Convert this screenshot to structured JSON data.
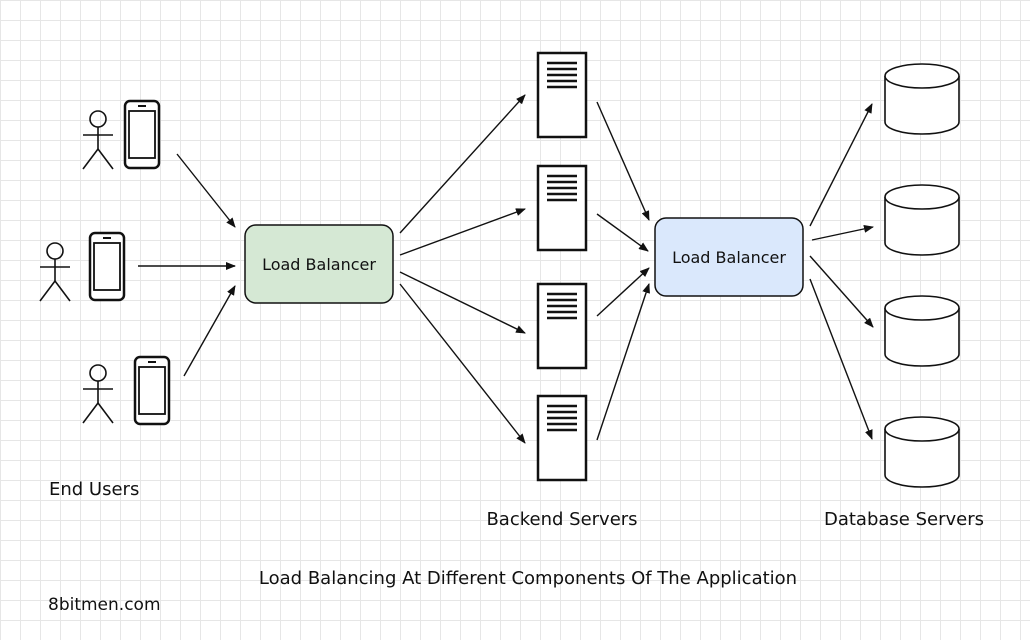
{
  "diagram": {
    "title": "Load Balancing At Different Components Of The Application",
    "watermark": "8bitmen.com",
    "lb1": {
      "label": "Load Balancer",
      "fill": "#d5e8d4"
    },
    "lb2": {
      "label": "Load Balancer",
      "fill": "#dae8fc"
    },
    "groups": {
      "users": "End Users",
      "backend": "Backend Servers",
      "db": "Database Servers"
    },
    "user_count": 3,
    "backend_count": 4,
    "db_count": 4
  }
}
